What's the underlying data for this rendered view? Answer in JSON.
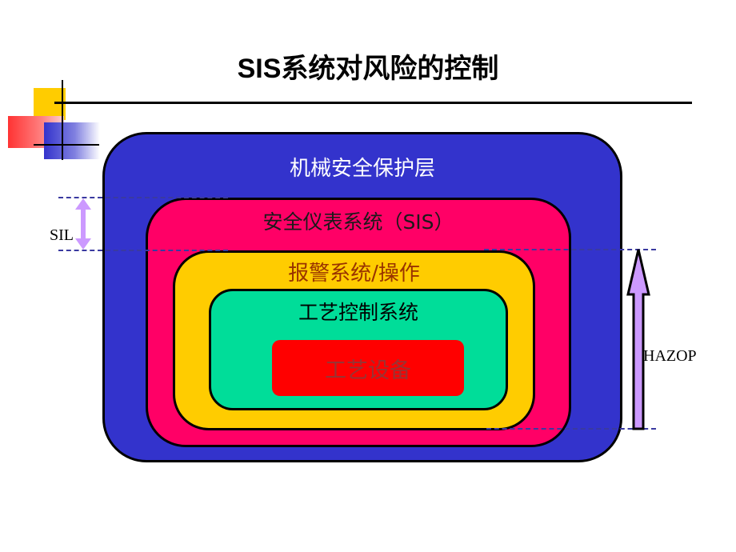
{
  "title": {
    "latin": "SIS",
    "rest": "系统对风险的控制"
  },
  "layers": {
    "mechanical": {
      "label": "机械安全保护层",
      "color": "#3333cc",
      "text_color": "#ffffff"
    },
    "sis": {
      "label": "安全仪表系统（SIS）",
      "color": "#ff0066",
      "text_color": "#1a1a1a"
    },
    "alarm": {
      "label": "报警系统/操作",
      "color": "#ffcc00",
      "text_color": "#993300"
    },
    "control": {
      "label": "工艺控制系统",
      "color": "#00dd99",
      "text_color": "#000000"
    },
    "equipment": {
      "label": "工艺设备",
      "color": "#ff0000",
      "text_color": "#993333"
    }
  },
  "annotations": {
    "sil": "SIL",
    "hazop": "HAZOP"
  }
}
